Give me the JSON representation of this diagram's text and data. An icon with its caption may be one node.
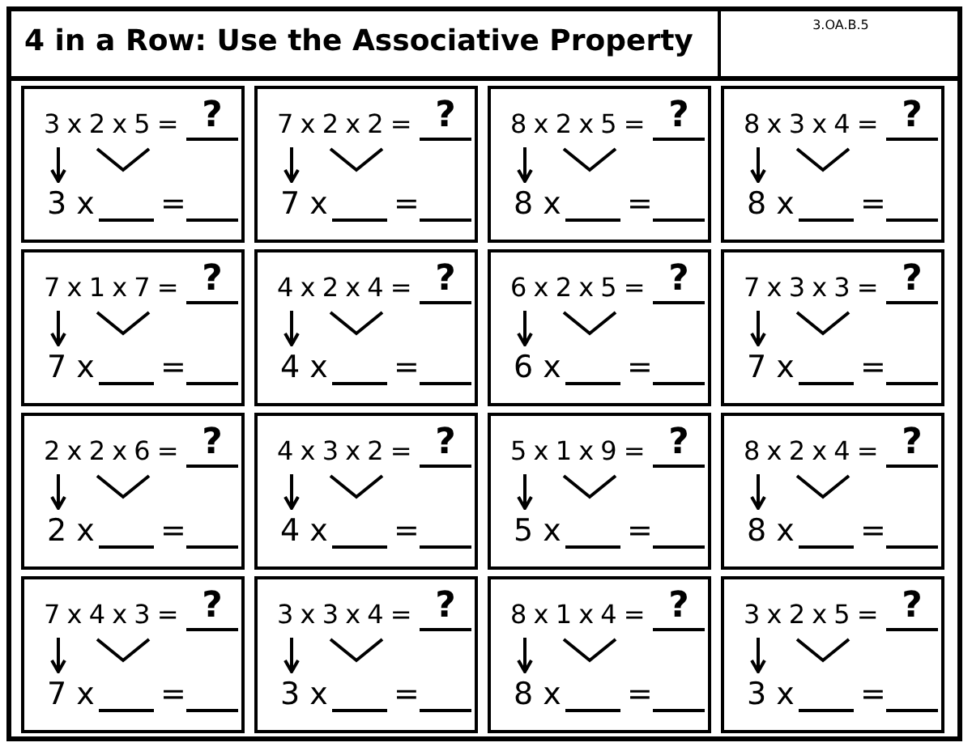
{
  "diagram": {
    "title": "4 in a Row: Use the Associative Property",
    "nodes": [
      {
        "text": [
          "3 x 2 x 5 =",
          "?",
          "3 x",
          "="
        ]
      },
      {
        "text": [
          "7 x 2 x 2 =",
          "?",
          "7 x",
          "="
        ]
      },
      {
        "text": [
          "8 x 2 x 5 =",
          "?",
          "8 x",
          "="
        ]
      },
      {
        "text": [
          "8 x 3 x 4 =",
          "?",
          "8 x",
          "="
        ]
      },
      {
        "text": [
          "7 x 1 x 7 =",
          "?",
          "7 x",
          "="
        ]
      },
      {
        "text": [
          "4 x 2 x 4 =",
          "?",
          "4 x",
          "="
        ]
      },
      {
        "text": [
          "6 x 2 x 5 =",
          "?",
          "6 x",
          "="
        ]
      },
      {
        "text": [
          "7 x 3 x 3 =",
          "?",
          "7 x",
          "="
        ]
      },
      {
        "text": [
          "2 x 2 x 6 =",
          "?",
          "2 x",
          "="
        ]
      },
      {
        "text": [
          "4 x 3 x 2 =",
          "?",
          "4 x",
          "="
        ]
      },
      {
        "text": [
          "5 x 1 x 9 =",
          "?",
          "5 x",
          "="
        ]
      },
      {
        "text": [
          "8 x 2 x 4 =",
          "?",
          "8 x",
          "="
        ]
      },
      {
        "text": [
          "7 x 4 x 3 =",
          "?",
          "7 x",
          "="
        ]
      },
      {
        "text": [
          "3 x 3 x 4 =",
          "?",
          "3 x",
          "="
        ]
      },
      {
        "text": [
          "8 x 1 x 4 =",
          "?",
          "8 x",
          "="
        ]
      },
      {
        "text": [
          "3 x 2 x 5 =",
          "?",
          "3 x",
          "="
        ]
      }
    ],
    "labels": [
      "3.OA.B.5"
    ]
  }
}
